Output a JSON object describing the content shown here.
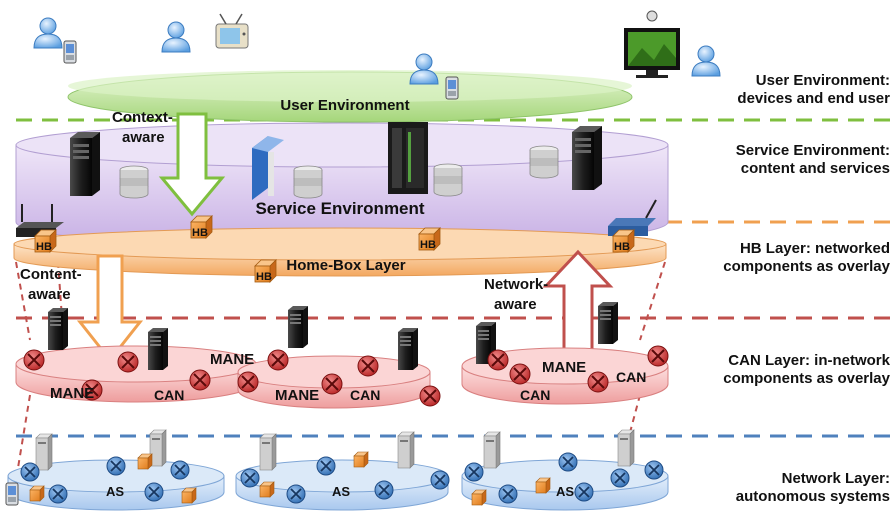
{
  "layers": [
    {
      "id": "user",
      "line1": "User Environment:",
      "line2": "devices and end user",
      "inner": "User Environment"
    },
    {
      "id": "service",
      "line1": "Service Environment:",
      "line2": "content and services",
      "inner": "Service Environment"
    },
    {
      "id": "hb",
      "line1": "HB Layer: networked",
      "line2": "components as overlay",
      "inner": "Home-Box Layer"
    },
    {
      "id": "can",
      "line1": "CAN Layer: in-network",
      "line2": "components as overlay"
    },
    {
      "id": "network",
      "line1": "Network Layer:",
      "line2": "autonomous systems"
    }
  ],
  "arrows": {
    "context": [
      "Context-",
      "aware"
    ],
    "content": [
      "Content-",
      "aware"
    ],
    "network": [
      "Network-",
      "aware"
    ]
  },
  "node_labels": {
    "hb": "HB",
    "mane": "MANE",
    "can": "CAN",
    "as": "AS"
  },
  "colors": {
    "user_green": "#b9e39a",
    "service_purple": "#d9c8ee",
    "hb_orange": "#f7bf83",
    "can_red": "#f5b5b5",
    "as_blue": "#bcd6f3",
    "dash_green": "#7fbf3f",
    "dash_orange": "#f0a050",
    "dash_red": "#c0504d",
    "dash_blue": "#4f81bd"
  }
}
